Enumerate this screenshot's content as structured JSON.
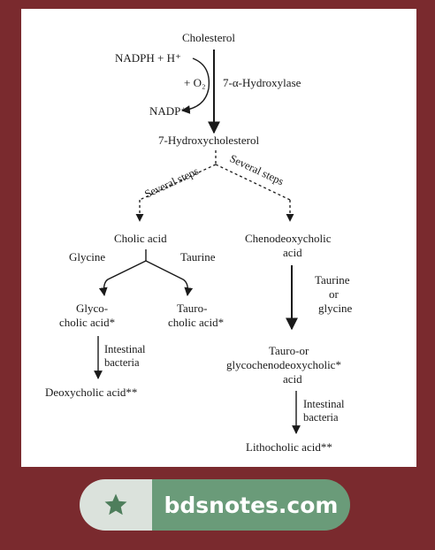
{
  "diagram": {
    "cholesterol": "Cholesterol",
    "nadph": "NADPH + H⁺",
    "o2": "+ O₂",
    "enzyme": "7-α-Hydroxylase",
    "nadp": "NADP⁺",
    "hydroxycholesterol": "7-Hydroxycholesterol",
    "steps_left": "Several steps",
    "steps_right": "Several steps",
    "cholic_acid": "Cholic acid",
    "chenodeoxycholic_line1": "Chenodeoxycholic",
    "chenodeoxycholic_line2": "acid",
    "glycine_left": "Glycine",
    "taurine_left": "Taurine",
    "glycocholic_line1": "Glyco-",
    "glycocholic_line2": "cholic acid*",
    "taurocholic_line1": "Tauro-",
    "taurocholic_line2": "cholic acid*",
    "intestinal_left_line1": "Intestinal",
    "intestinal_left_line2": "bacteria",
    "deoxycholic": "Deoxycholic acid**",
    "taurine_or_line1": "Taurine",
    "taurine_or_line2": "or",
    "taurine_or_line3": "glycine",
    "tauro_glyco_line1": "Tauro-or",
    "tauro_glyco_line2": "glycochenodeoxycholic*",
    "tauro_glyco_line3": "acid",
    "intestinal_right_line1": "Intestinal",
    "intestinal_right_line2": "bacteria",
    "lithocholic": "Lithocholic acid**"
  },
  "brand": {
    "icon": "star-icon",
    "text": "bdsnotes.com",
    "colors": {
      "background": "#7a2a2e",
      "badge_left": "#dbe2dc",
      "badge_right": "#6a9b79",
      "star": "#4e7e5c"
    }
  }
}
